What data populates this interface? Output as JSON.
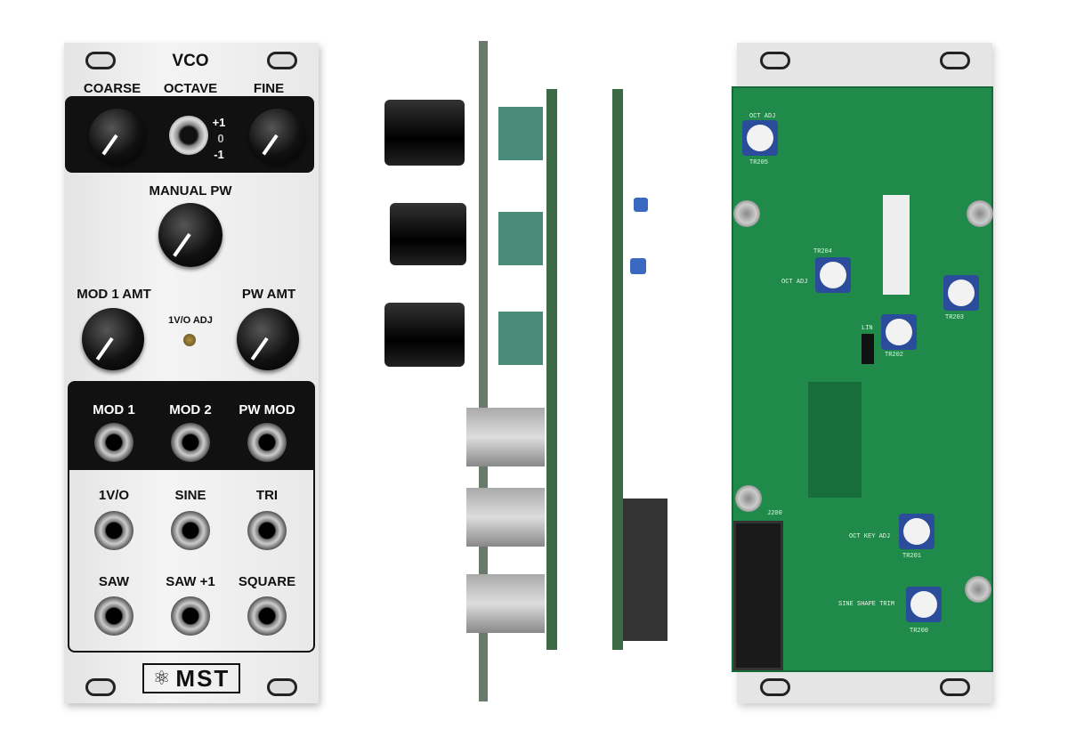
{
  "front_panel": {
    "title": "VCO",
    "labels": {
      "coarse": "COARSE",
      "octave": "OCTAVE",
      "fine": "FINE",
      "oct_plus": "+1",
      "oct_zero": "0",
      "oct_minus": "-1",
      "manual_pw": "MANUAL PW",
      "mod1_amt": "MOD 1 AMT",
      "pw_amt": "PW AMT",
      "v_oct_adj": "1V/O ADJ"
    },
    "jacks": [
      "MOD 1",
      "MOD 2",
      "PW MOD",
      "1V/O",
      "SINE",
      "TRI",
      "SAW",
      "SAW +1",
      "SQUARE"
    ],
    "logo": "MST"
  },
  "pcb": {
    "silkscreen": [
      "OCT ADJ",
      "TR205",
      "TR204",
      "OCT ADJ",
      "TR203",
      "TR202",
      "LIN",
      "OCT KEY ADJ",
      "TR201",
      "SINE SHAPE TRIM",
      "TR200",
      "J200"
    ]
  },
  "colors": {
    "pcb": "#1f8a4a",
    "panel": "#eeeeee",
    "dark": "#111111"
  }
}
